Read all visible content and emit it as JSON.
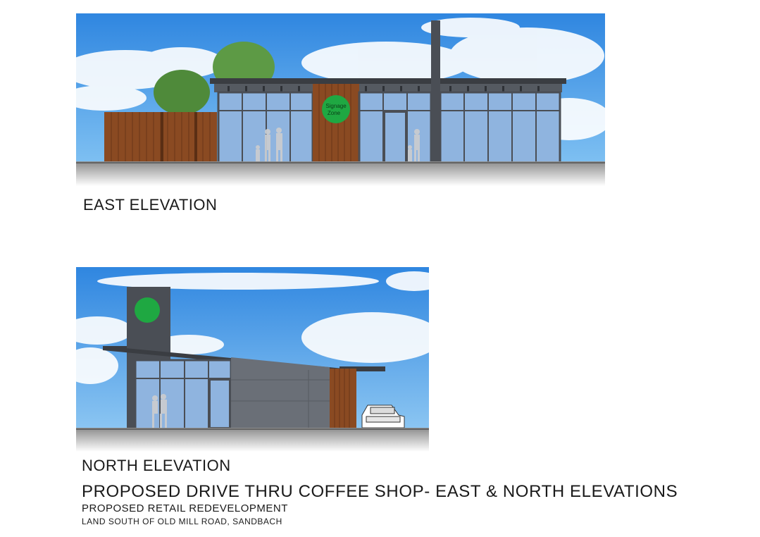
{
  "drawing": {
    "east_label": "EAST ELEVATION",
    "north_label": "NORTH ELEVATION",
    "title_main": "PROPOSED DRIVE THRU COFFEE SHOP- EAST & NORTH ELEVATIONS",
    "title_sub": "PROPOSED RETAIL REDEVELOPMENT",
    "title_site": "LAND SOUTH OF OLD MILL ROAD, SANDBACH"
  },
  "signage": {
    "east_text_line1": "Signage",
    "east_text_line2": "Zone"
  },
  "colors": {
    "sky": "#3f8fe0",
    "timber": "#8a4a22",
    "frame": "#4a4e55",
    "glass": "#8fb4df",
    "signage_green": "#1fa842",
    "ground": "#9a9a9a"
  }
}
